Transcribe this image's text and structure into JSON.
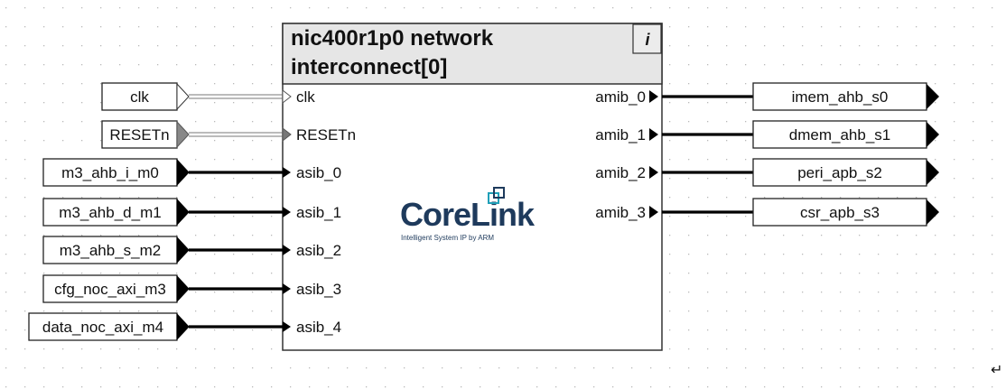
{
  "block": {
    "title_line1": "nic400r1p0 network",
    "title_line2": "interconnect[0]",
    "info_icon": "i"
  },
  "logo": {
    "brand": "CoreLink",
    "tagline": "Intelligent System IP by ARM"
  },
  "input_ports": [
    {
      "label": "clk",
      "pin": "clk",
      "kind": "clock"
    },
    {
      "label": "RESETn",
      "pin": "RESETn",
      "kind": "reset"
    },
    {
      "label": "m3_ahb_i_m0",
      "pin": "asib_0",
      "kind": "bus"
    },
    {
      "label": "m3_ahb_d_m1",
      "pin": "asib_1",
      "kind": "bus"
    },
    {
      "label": "m3_ahb_s_m2",
      "pin": "asib_2",
      "kind": "bus"
    },
    {
      "label": "cfg_noc_axi_m3",
      "pin": "asib_3",
      "kind": "bus"
    },
    {
      "label": "data_noc_axi_m4",
      "pin": "asib_4",
      "kind": "bus"
    }
  ],
  "output_ports": [
    {
      "label": "imem_ahb_s0",
      "pin": "amib_0"
    },
    {
      "label": "dmem_ahb_s1",
      "pin": "amib_1"
    },
    {
      "label": "peri_apb_s2",
      "pin": "amib_2"
    },
    {
      "label": "csr_apb_s3",
      "pin": "amib_3"
    }
  ],
  "return_glyph": "↵",
  "colors": {
    "title_bar": "#e6e6e6",
    "logo_blue": "#1e3a5c",
    "logo_teal": "#1f9fb8",
    "grid_dot": "#b9b9b9"
  }
}
